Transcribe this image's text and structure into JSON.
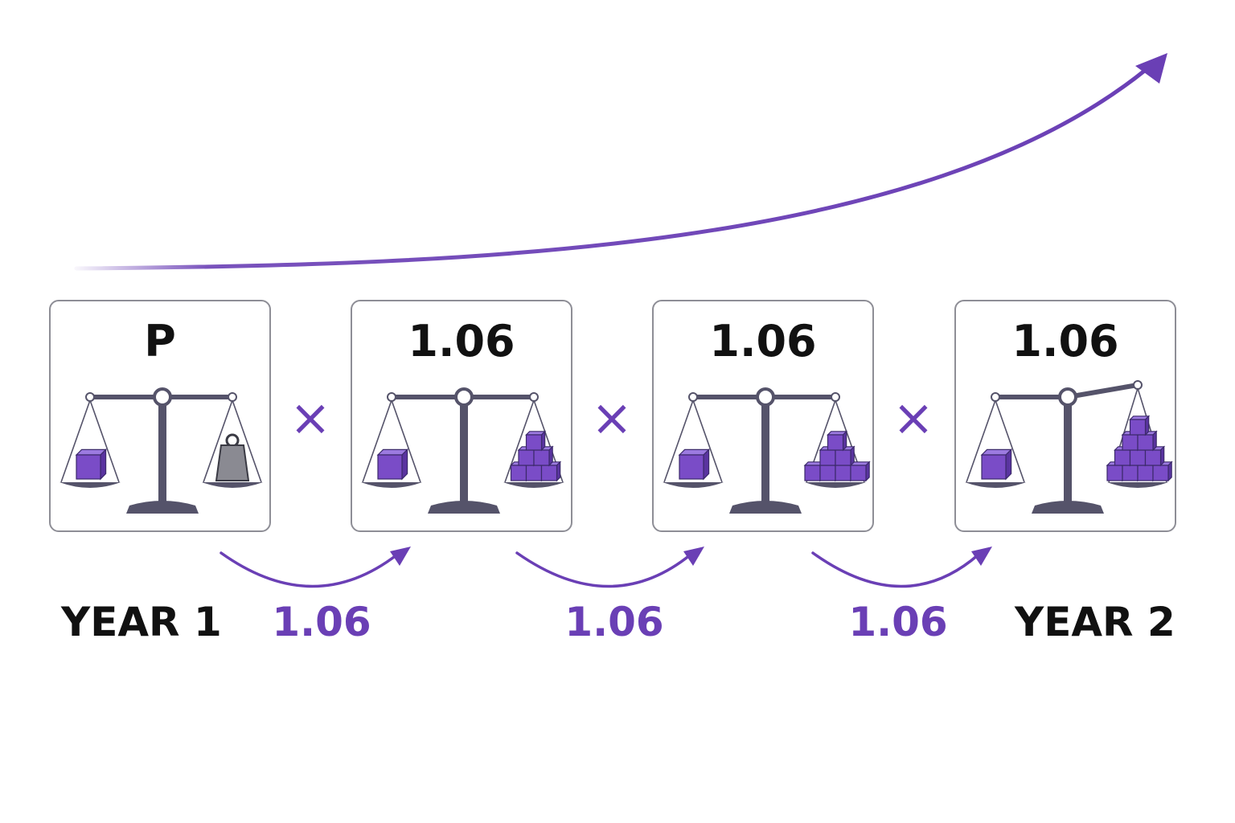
{
  "colors": {
    "accent": "#6a3fb5",
    "accent_light": "#8b63d6",
    "cube": "#7a4cc7",
    "scale": "#55536a",
    "border": "#8e8e96",
    "text": "#111111"
  },
  "cards": [
    {
      "value": "P",
      "left_pan": "cube",
      "right_pan": "weight",
      "right_cubes": 0
    },
    {
      "value": "1.06",
      "left_pan": "cube",
      "right_pan": "cubes",
      "right_cubes": 6
    },
    {
      "value": "1.06",
      "left_pan": "cube",
      "right_pan": "cubes",
      "right_cubes": 7
    },
    {
      "value": "1.06",
      "left_pan": "cube",
      "right_pan": "cubes",
      "right_cubes": 10
    }
  ],
  "operator": "×",
  "year_start": "YEAR 1",
  "year_end": "YEAR 2",
  "factors": [
    "1.06",
    "1.06",
    "1.06"
  ],
  "icons": {
    "growth_arrow": "growth-curve-arrow-icon",
    "step_arrow": "curved-step-arrow-icon",
    "scale": "balance-scale-icon",
    "weight": "weight-icon",
    "cube": "cube-icon"
  }
}
